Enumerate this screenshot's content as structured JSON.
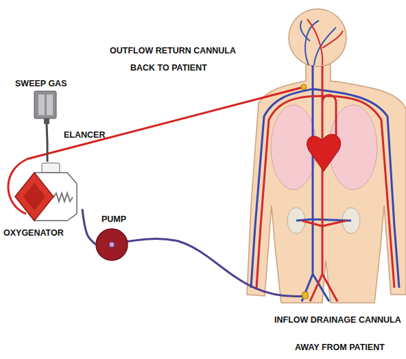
{
  "diagram": {
    "nodes": [
      {
        "text": [
          "SWEEP GAS",
          "ELANCER"
        ]
      },
      {
        "text": [
          "OXYGENATOR"
        ]
      },
      {
        "text": [
          "PUMP"
        ]
      }
    ],
    "edges": [
      {
        "from": 0,
        "to": 1,
        "arrow": "none"
      },
      {
        "from": 2,
        "to": 1,
        "arrow": "none"
      }
    ],
    "labels": [
      "OUTFLOW RETURN CANNULA",
      "BACK TO PATIENT",
      "INFLOW DRAINAGE CANNULA",
      "AWAY FROM PATIENT"
    ]
  }
}
